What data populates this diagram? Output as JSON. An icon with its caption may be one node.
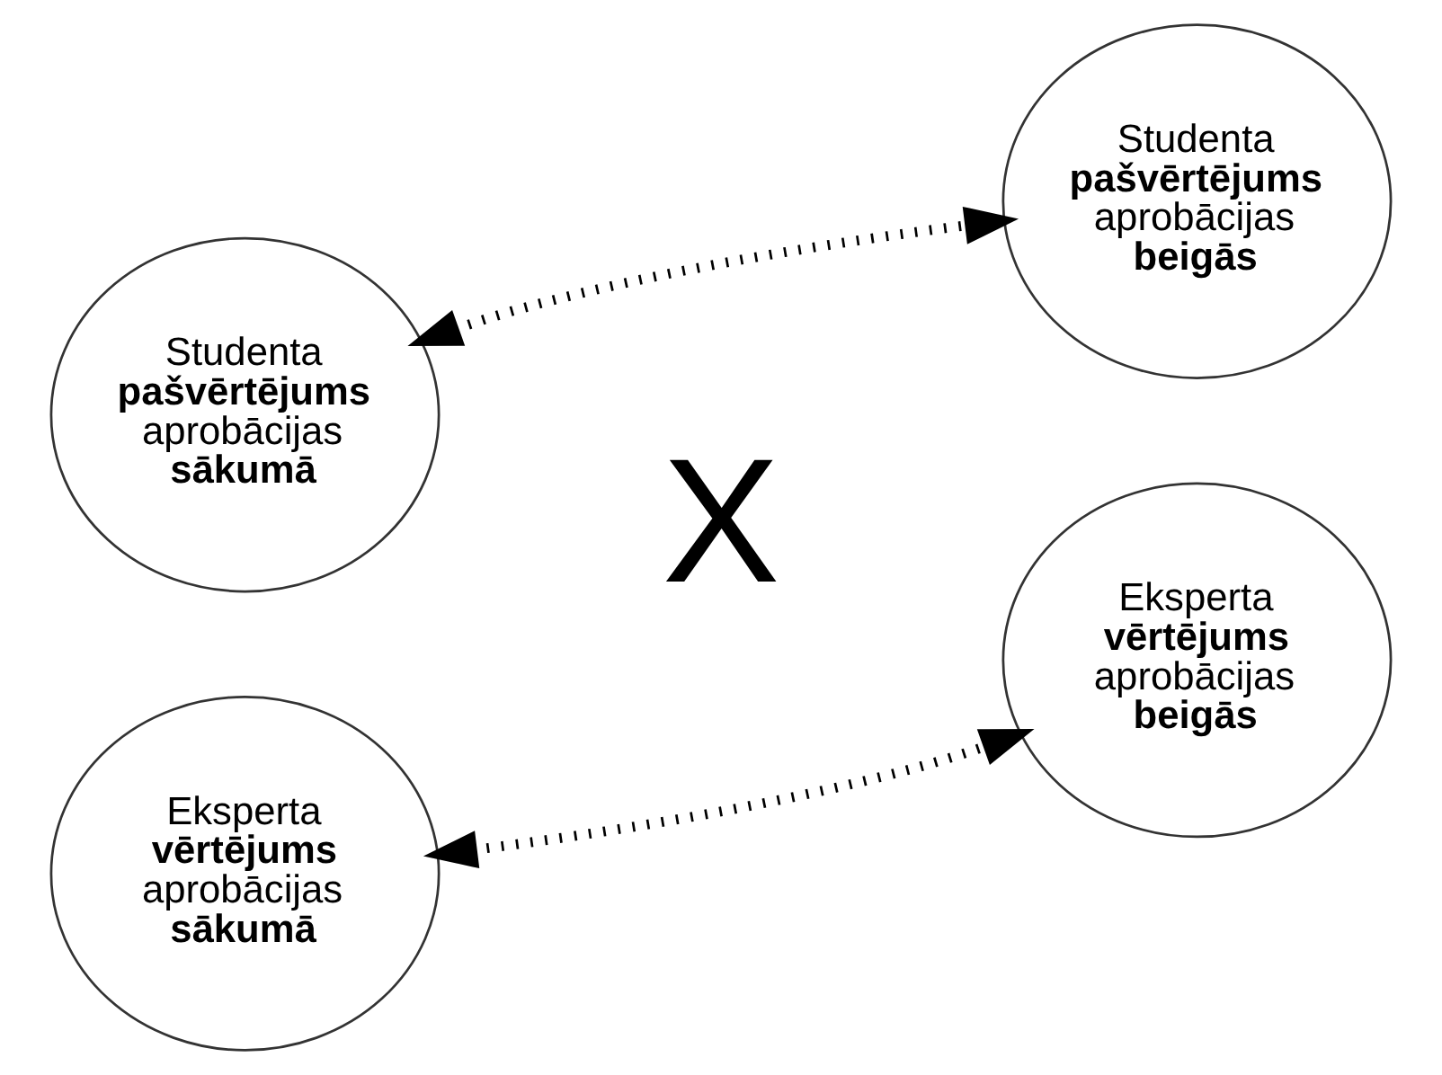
{
  "diagram": {
    "nodes": [
      {
        "text": [
          "Studenta **pašvērtējums** aprobācijas **sākumā**"
        ]
      },
      {
        "text": [
          "Studenta **pašvērtējums** aprobācijas **beigās**"
        ]
      },
      {
        "text": [
          "Eksperta **vērtējums** aprobācijas **sākumā**"
        ]
      },
      {
        "text": [
          "Eksperta **vērtējums** aprobācijas **beigās**"
        ]
      }
    ],
    "edges": [
      {
        "from": 0,
        "to": 1,
        "arrow": "both",
        "style": "dashed"
      },
      {
        "from": 2,
        "to": 3,
        "arrow": "both",
        "style": "dashed"
      }
    ],
    "labels": [
      "X"
    ]
  }
}
